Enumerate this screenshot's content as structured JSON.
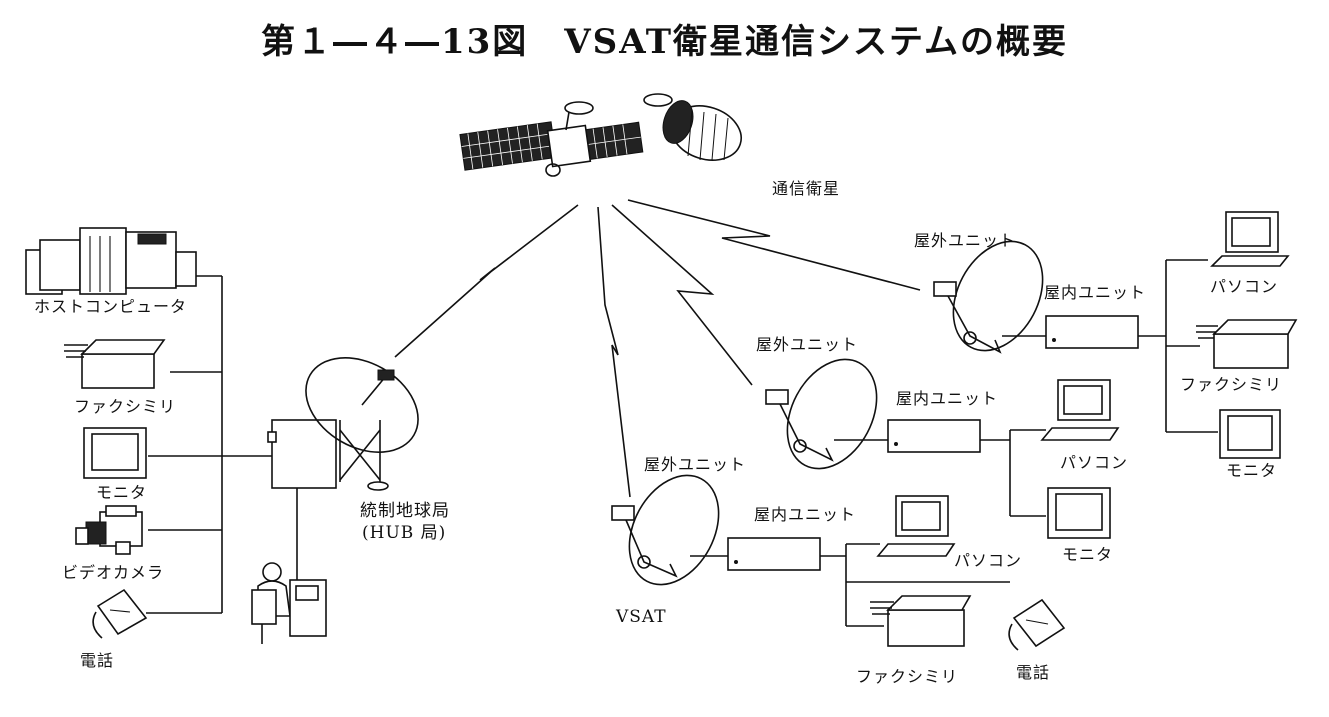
{
  "title": "第１―４―13図　VSAT衛星通信システムの概要",
  "labels": {
    "satellite": "通信衛星",
    "host_computer": "ホストコンピュータ",
    "fax_left": "ファクシミリ",
    "monitor_left": "モニタ",
    "video_camera": "ビデオカメラ",
    "phone_left": "電話",
    "hub_line1": "統制地球局",
    "hub_line2": "(HUB 局)",
    "outdoor_unit_top": "屋外ユニット",
    "indoor_unit_top": "屋内ユニット",
    "pc_top": "パソコン",
    "fax_top": "ファクシミリ",
    "monitor_top": "モニタ",
    "outdoor_unit_mid": "屋外ユニット",
    "indoor_unit_mid": "屋内ユニット",
    "pc_mid": "パソコン",
    "monitor_mid": "モニタ",
    "outdoor_unit_low": "屋外ユニット",
    "indoor_unit_low": "屋内ユニット",
    "pc_low": "パソコン",
    "fax_low": "ファクシミリ",
    "phone_low": "電話",
    "vsat": "VSAT"
  }
}
